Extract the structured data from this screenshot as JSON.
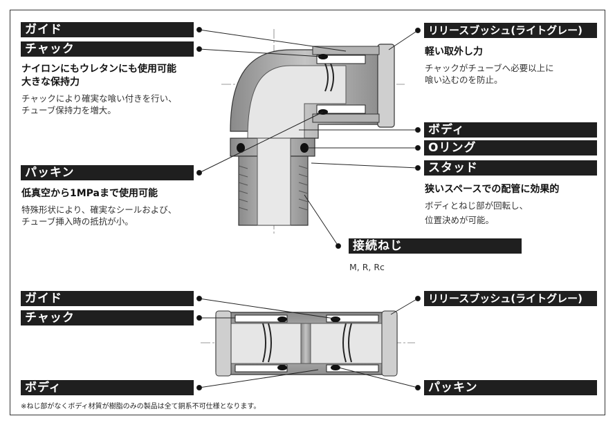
{
  "labels": {
    "guide": "ガイド",
    "chuck": "チャック",
    "packing": "パッキン",
    "release_bush": "リリースブッシュ(ライトグレー)",
    "body": "ボディ",
    "o_ring": "Oリング",
    "stud": "スタッド",
    "thread": "接続ねじ"
  },
  "chuck_section": {
    "heading_1": "ナイロンにもウレタンにも使用可能",
    "heading_2": "大きな保持力",
    "desc_1": "チャックにより確実な喰い付きを行い、",
    "desc_2": "チューブ保持力を増大。"
  },
  "packing_section": {
    "heading": "低真空から1MPaまで使用可能",
    "desc_1": "特殊形状により、確実なシールおよび、",
    "desc_2": "チューブ挿入時の抵抗が小。"
  },
  "release_section": {
    "heading": "軽い取外し力",
    "desc_1": "チャックがチューブへ必要以上に",
    "desc_2": "喰い込むのを防止。"
  },
  "stud_section": {
    "heading": "狭いスペースでの配管に効果的",
    "desc_1": "ボディとねじ部が回転し、",
    "desc_2": "位置決めが可能。"
  },
  "thread_section": {
    "desc": "M, R, Rc"
  },
  "footnote": "※ねじ部がなくボディ材質が樹脂のみの製品は全て銅系不可仕様となります。"
}
